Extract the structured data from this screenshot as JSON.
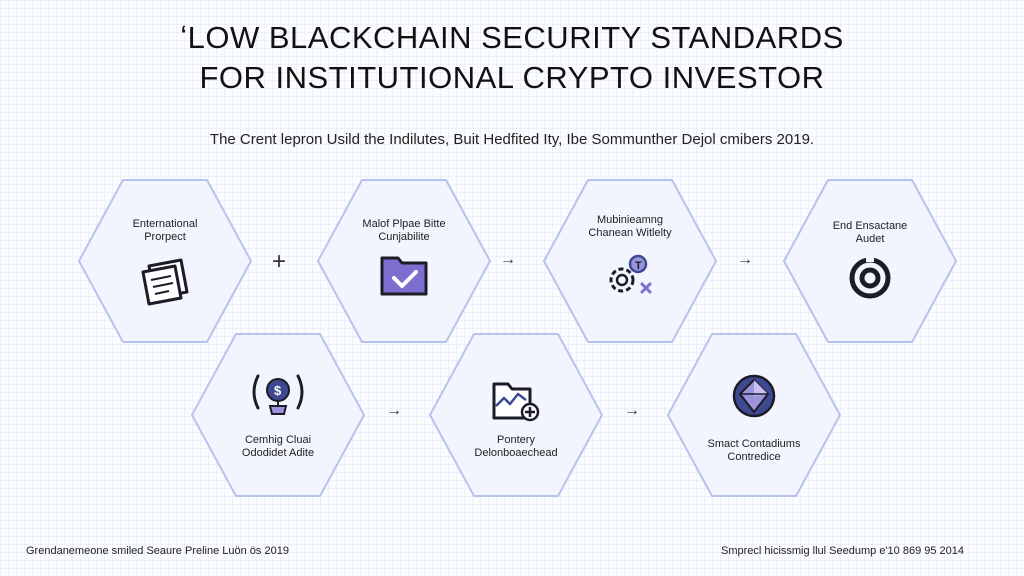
{
  "header": {
    "title_line1": "ʻLOW BLACKCHAIN SECURITY STANDARDS",
    "title_line2": "FOR INSTITUTIONAL CRYPTO INVESTOR",
    "subtitle": "The Crent lepron Usild the Indilutes, Buit Hedfited Ity, Ibe Sommunther Dejol cmibers 2019."
  },
  "colors": {
    "hex_stroke": "#b7c3ef",
    "hex_fill": "#f3f5fe",
    "accent_purple": "#7c6fd0",
    "icon_dark": "#1c1c28",
    "icon_blue": "#3d4a8f"
  },
  "nodes": [
    {
      "line1": "Enternational",
      "line2": "Prorpect",
      "icon": "document-stack-icon"
    },
    {
      "line1": "Malof Plpae Bitte",
      "line2": "Cunjabilite",
      "icon": "folder-check-icon"
    },
    {
      "line1": "Mubinieamng",
      "line2": "Chanean Witlelty",
      "icon": "gears-icon"
    },
    {
      "line1": "End Ensactane",
      "line2": "Audet",
      "icon": "power-ring-icon"
    },
    {
      "line1": "Cemhig Cluai",
      "line2": "Ododidet Adite",
      "icon": "coin-shield-icon"
    },
    {
      "line1": "Pontery",
      "line2": "Delonboaechead",
      "icon": "chart-folder-icon"
    },
    {
      "line1": "Smact Contadiums",
      "line2": "Contredice",
      "icon": "gem-icon"
    }
  ],
  "connectors": {
    "plus": "+",
    "arrow": "→"
  },
  "footer": {
    "left": "Grendanemeone smiled Seaure Preline Luön ös 2019",
    "right": "Smprecl hicissmig llul Seedump e'10 869 95 2014"
  }
}
